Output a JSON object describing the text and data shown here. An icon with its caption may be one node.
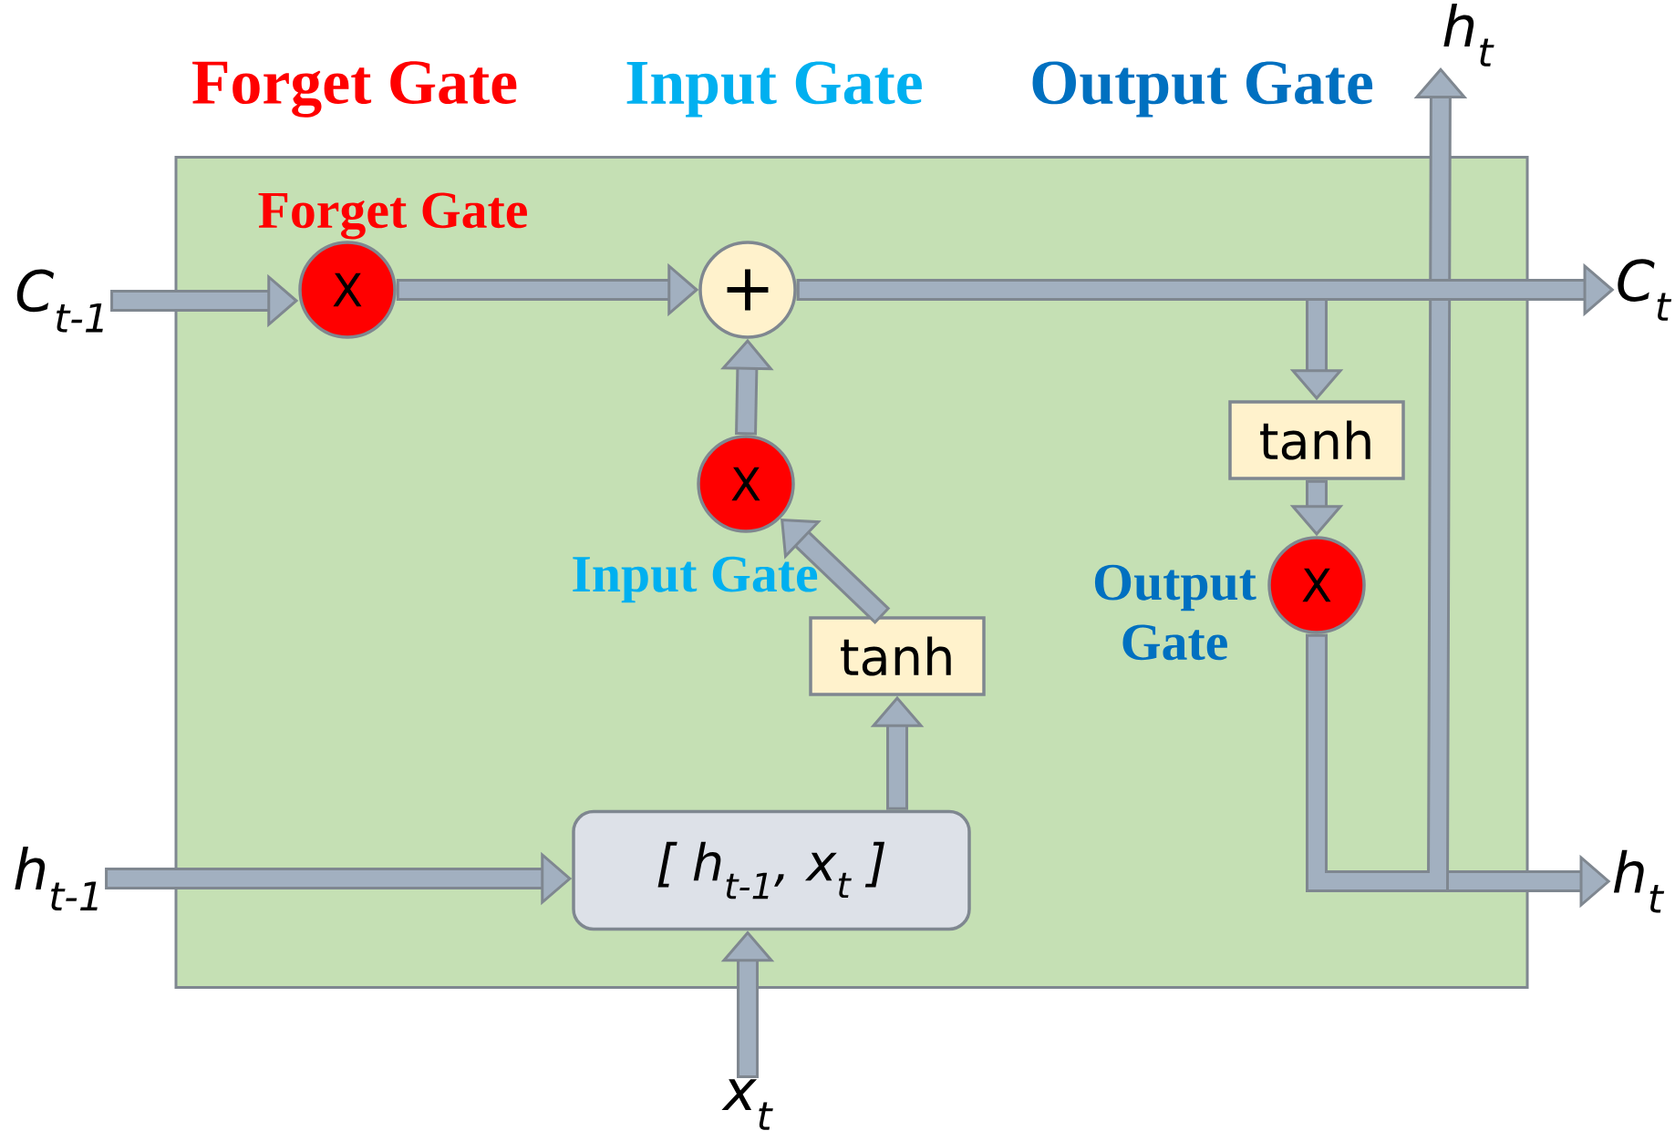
{
  "diagram": {
    "nodes": [
      {
        "text": [],
        "shape": "box"
      },
      {
        "text": [
          "C$_{t-1}$"
        ]
      },
      {
        "text": [
          "X"
        ],
        "beside": [
          "Forget Gate"
        ],
        "in": 0
      },
      {
        "text": [
          "+"
        ],
        "in": 0
      },
      {
        "text": [
          "X"
        ],
        "beside": [
          "Input Gate"
        ],
        "in": 0
      },
      {
        "text": [
          "tanh"
        ],
        "in": 0
      },
      {
        "text": [
          "[ h$_{t-1}$, x$_{t}$ ]"
        ],
        "in": 0
      },
      {
        "text": [
          "h$_{t-1}$"
        ]
      },
      {
        "text": [
          "x$_{t}$"
        ]
      },
      {
        "text": [
          "C$_{t}$"
        ]
      },
      {
        "text": [
          "tanh"
        ],
        "in": 0
      },
      {
        "text": [
          "X"
        ],
        "beside": [
          "Output Gate"
        ],
        "in": 0
      },
      {
        "text": [
          "h$_{t}$"
        ]
      },
      {
        "text": [
          "h$_{t}$"
        ]
      }
    ],
    "edges": [
      {
        "from": 1,
        "to": 2,
        "arrow": "to"
      },
      {
        "from": 2,
        "to": 3,
        "arrow": "to"
      },
      {
        "from": 4,
        "to": 3,
        "arrow": "to"
      },
      {
        "from": 5,
        "to": 4,
        "arrow": "to"
      },
      {
        "from": 6,
        "to": 5,
        "arrow": "to"
      },
      {
        "from": 7,
        "to": 6,
        "arrow": "to"
      },
      {
        "from": 8,
        "to": 6,
        "arrow": "to"
      },
      {
        "from": 3,
        "to": 9,
        "arrow": "to"
      },
      {
        "from": 3,
        "to": 10,
        "arrow": "to"
      },
      {
        "from": 10,
        "to": 11,
        "arrow": "to"
      },
      {
        "from": 11,
        "to": 12,
        "arrow": "to"
      },
      {
        "from": 11,
        "to": 13,
        "arrow": "to"
      }
    ],
    "labels": [
      "Forget Gate",
      "Input Gate",
      "Output Gate"
    ]
  }
}
